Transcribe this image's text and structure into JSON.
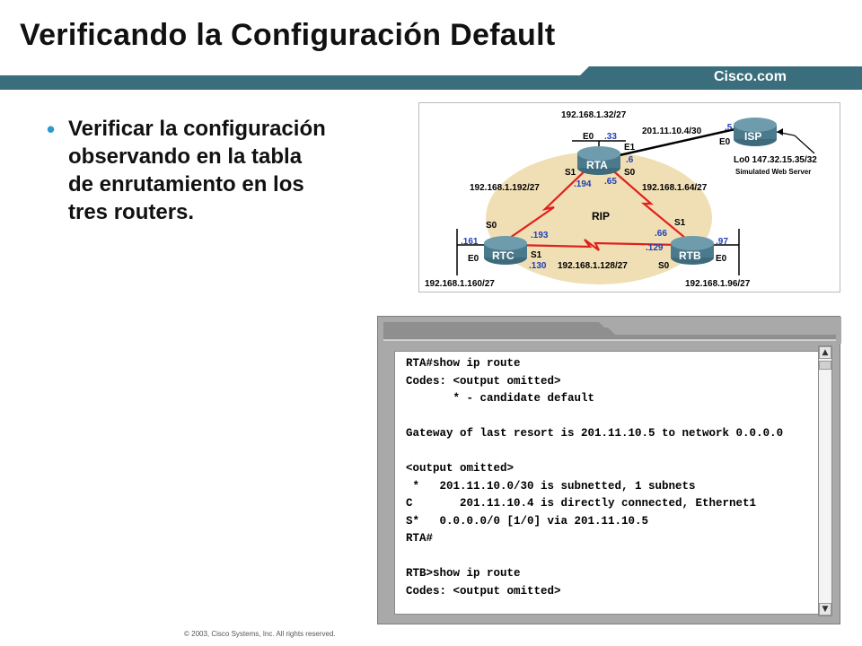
{
  "slide": {
    "title": "Verificando la Configuración Default",
    "brand": "Cisco.com",
    "bullet": "Verificar la configuración observando en la tabla de enrutamiento en los tres routers.",
    "footer": "© 2003, Cisco Systems, Inc. All rights reserved."
  },
  "colors": {
    "band": "#3a6e7c",
    "bullet": "#2a9ad0",
    "router": "#4a7a8c",
    "rip_area": "#f0dfb4",
    "serial_link": "#e02020",
    "interface_address": "#1f3fb5"
  },
  "diagram": {
    "routers": {
      "rta": "RTA",
      "rtb": "RTB",
      "rtc": "RTC",
      "isp": "ISP"
    },
    "protocol": "RIP",
    "networks": {
      "rta_lan": "192.168.1.32/27",
      "isp_link": "201.11.10.4/30",
      "isp_loopback": "Lo0 147.32.15.35/32",
      "isp_loopback_note": "Simulated Web Server",
      "rta_rtc": "192.168.1.192/27",
      "rta_rtb": "192.168.1.64/27",
      "rtc_rtb": "192.168.1.128/27",
      "rtc_lan": "192.168.1.160/27",
      "rtb_lan": "192.168.1.96/27"
    },
    "interfaces": {
      "rta_e0": "E0",
      "rta_e0_addr": ".33",
      "rta_e1": "E1",
      "rta_e1_addr": ".6",
      "rta_s1": "S1",
      "rta_s1_addr": ".194",
      "rta_s0": "S0",
      "rta_s0_addr": ".65",
      "isp_e0": "E0",
      "isp_e0_addr": ".5",
      "rtc_s0": "S0",
      "rtc_s0_addr": ".193",
      "rtc_s1": "S1",
      "rtc_s1_addr": ".130",
      "rtc_e0": "E0",
      "rtc_e0_addr": ".161",
      "rtb_s1": "S1",
      "rtb_s1_addr": ".66",
      "rtb_s0": "S0",
      "rtb_s0_addr": ".129",
      "rtb_e0": "E0",
      "rtb_e0_addr": ".97"
    }
  },
  "terminal": {
    "lines": [
      "RTA#show ip route",
      "Codes: <output omitted>",
      "       * - candidate default",
      "",
      "Gateway of last resort is 201.11.10.5 to network 0.0.0.0",
      "",
      "<output omitted>",
      " *   201.11.10.0/30 is subnetted, 1 subnets",
      "C       201.11.10.4 is directly connected, Ethernet1",
      "S*   0.0.0.0/0 [1/0] via 201.11.10.5",
      "RTA#",
      "",
      "RTB>show ip route",
      "Codes: <output omitted>"
    ],
    "scroll_up_icon": "arrow-up-icon",
    "scroll_down_icon": "arrow-down-icon"
  }
}
